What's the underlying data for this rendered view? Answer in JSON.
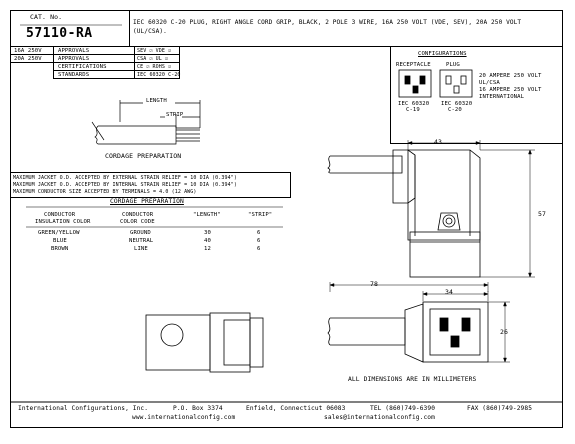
{
  "header": {
    "cat_label": "CAT. No.",
    "part_number": "57110-RA",
    "description": "IEC 60320 C-20 PLUG, RIGHT ANGLE CORD GRIP, BLACK, 2 POLE 3 WIRE, 16A 250 VOLT (VDE, SEV), 20A 250 VOLT (UL/CSA)."
  },
  "approvals": [
    {
      "rating": "16A 250V",
      "label": "APPROVALS",
      "marks": "SEV ☑ VDE ☑"
    },
    {
      "rating": "20A 250V",
      "label": "APPROVALS",
      "marks": "CSA ☑ UL ☑"
    },
    {
      "rating": "",
      "label": "CERTIFICATIONS",
      "marks": "CE ☑ ROHS ☑"
    },
    {
      "rating": "",
      "label": "STANDARDS",
      "marks": "IEC 60320 C-20"
    }
  ],
  "configurations": {
    "title": "CONFIGURATIONS",
    "receptacle_label": "RECEPTACLE",
    "plug_label": "PLUG",
    "receptacle_std": "IEC 60320",
    "receptacle_code": "C-19",
    "plug_std": "IEC 60320",
    "plug_code": "C-20",
    "rating_1": "20 AMPERE 250 VOLT",
    "rating_1b": "UL/CSA",
    "rating_2": "16 AMPERE 250 VOLT",
    "rating_2b": "INTERNATIONAL"
  },
  "cordage": {
    "length_label": "LENGTH",
    "strip_label": "STRIP",
    "caption": "CORDAGE PREPARATION",
    "notes": [
      "MAXIMUM JACKET O.D. ACCEPTED BY EXTERNAL STRAIN RELIEF = 10 DIA (0.394\")",
      "MAXIMUM JACKET O.D. ACCEPTED BY INTERNAL STRAIN RELIEF = 10 DIA (0.394\")",
      "MAXIMUM CONDUCTOR SIZE ACCEPTED BY TERMINALS = 4.0 (12 AWG)"
    ],
    "table_title": "CORDAGE PREPARATION",
    "columns": [
      "CONDUCTOR\nINSULATION COLOR",
      "CONDUCTOR\nCOLOR CODE",
      "\"LENGTH\"",
      "\"STRIP\""
    ],
    "col_a": [
      "CONDUCTOR",
      "INSULATION COLOR"
    ],
    "col_b": [
      "CONDUCTOR",
      "COLOR CODE"
    ],
    "col_c": "\"LENGTH\"",
    "col_d": "\"STRIP\"",
    "rows": [
      {
        "color": "GREEN/YELLOW",
        "code": "GROUND",
        "length": "30",
        "strip": "6"
      },
      {
        "color": "BLUE",
        "code": "NEUTRAL",
        "length": "40",
        "strip": "6"
      },
      {
        "color": "BROWN",
        "code": "LINE",
        "length": "12",
        "strip": "6"
      }
    ]
  },
  "dimensions": {
    "d43": "43",
    "d57": "57",
    "d78": "78",
    "d34": "34",
    "d26": "26",
    "note": "ALL DIMENSIONS ARE IN MILLIMETERS"
  },
  "footer": {
    "company": "International Configurations, Inc.",
    "po_box": "P.O. Box 3374",
    "city": "Enfield, Connecticut 06083",
    "tel": "TEL (860)749-6390",
    "fax": "FAX (860)749-2985",
    "web": "www.internationalconfig.com",
    "email": "sales@internationalconfig.com"
  }
}
